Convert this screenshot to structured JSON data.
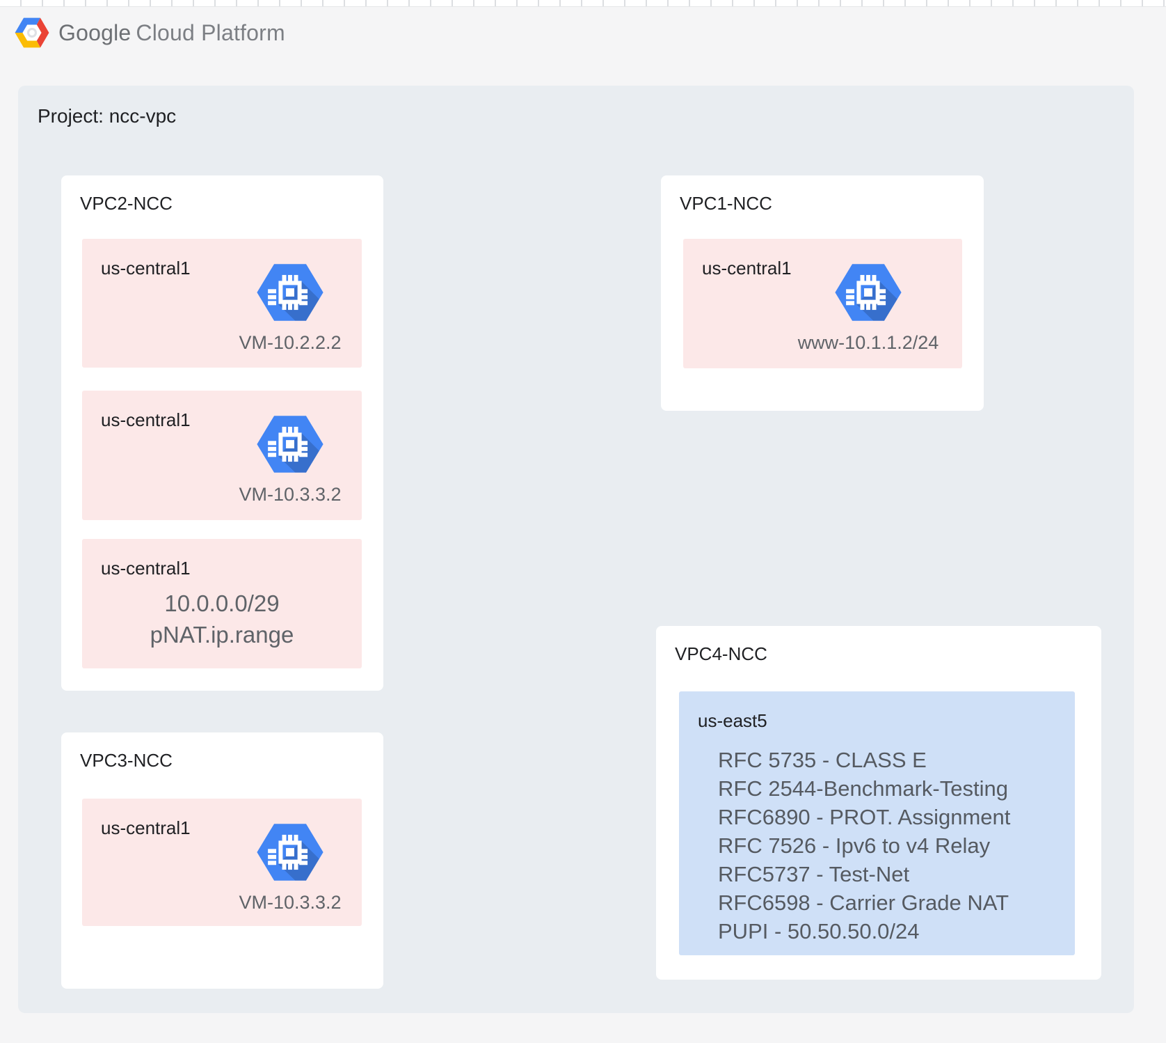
{
  "header": {
    "logo": {
      "brand": "Google",
      "suffix": "Cloud Platform"
    }
  },
  "project": {
    "label": "Project: ncc-vpc"
  },
  "vpcs": {
    "vpc2": {
      "title": "VPC2-NCC",
      "subnets": [
        {
          "region": "us-central1",
          "icon": "compute-engine-icon",
          "vm_label": "VM-10.2.2.2"
        },
        {
          "region": "us-central1",
          "icon": "compute-engine-icon",
          "vm_label": "VM-10.3.3.2"
        },
        {
          "region": "us-central1",
          "lines": [
            "10.0.0.0/29",
            "pNAT.ip.range"
          ]
        }
      ]
    },
    "vpc1": {
      "title": "VPC1-NCC",
      "subnets": [
        {
          "region": "us-central1",
          "icon": "compute-engine-icon",
          "vm_label": "www-10.1.1.2/24"
        }
      ]
    },
    "vpc3": {
      "title": "VPC3-NCC",
      "subnets": [
        {
          "region": "us-central1",
          "icon": "compute-engine-icon",
          "vm_label": "VM-10.3.3.2"
        }
      ]
    },
    "vpc4": {
      "title": "VPC4-NCC",
      "subnets": [
        {
          "region": "us-east5",
          "lines": [
            "RFC 5735 - CLASS E",
            "RFC 2544-Benchmark-Testing",
            "RFC6890 - PROT. Assignment",
            "RFC 7526 - Ipv6 to v4 Relay",
            "RFC5737 - Test-Net",
            "RFC6598 - Carrier Grade NAT",
            "PUPI - 50.50.50.0/24"
          ]
        }
      ]
    }
  },
  "colors": {
    "icon_blue": "#4285f4",
    "logo_red": "#ea4335",
    "logo_yellow": "#fbbc05",
    "subnet_pink": "#fce8e8",
    "subnet_blue": "#cfe0f7",
    "container_gray": "#e9edf1",
    "text_gray": "#5f6368"
  }
}
